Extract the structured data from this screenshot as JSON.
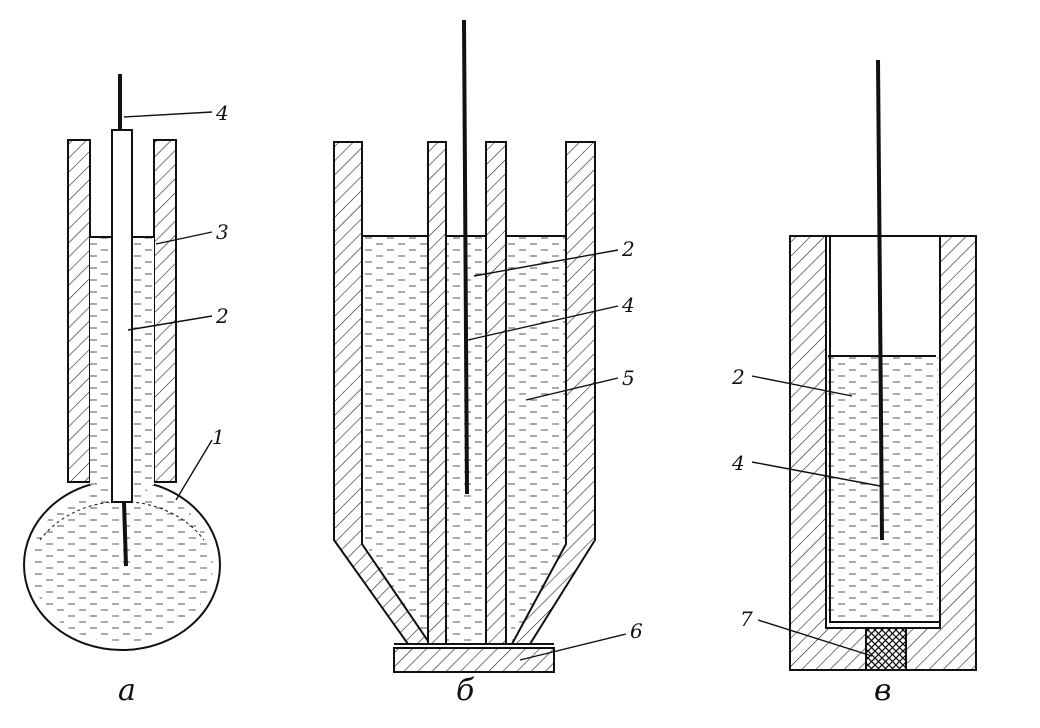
{
  "panels": [
    {
      "caption": "а",
      "labels": [
        {
          "text": "4"
        },
        {
          "text": "3"
        },
        {
          "text": "2"
        },
        {
          "text": "1"
        }
      ]
    },
    {
      "caption": "б",
      "labels": [
        {
          "text": "2"
        },
        {
          "text": "4"
        },
        {
          "text": "5"
        },
        {
          "text": "6"
        }
      ]
    },
    {
      "caption": "в",
      "labels": [
        {
          "text": "2"
        },
        {
          "text": "4"
        },
        {
          "text": "7"
        }
      ]
    }
  ]
}
